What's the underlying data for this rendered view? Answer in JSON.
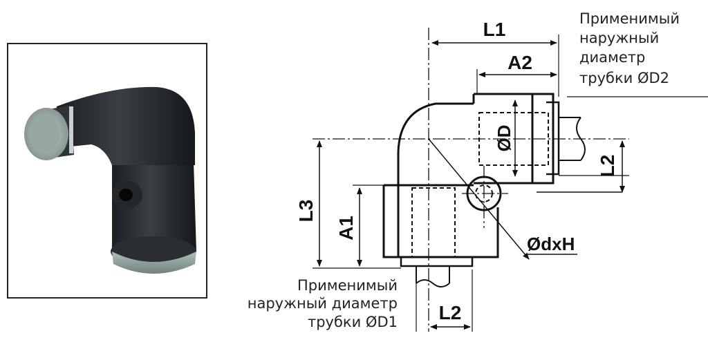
{
  "photo": {
    "description_icon": "elbow-fitting-photo"
  },
  "dimensions": {
    "L1": "L1",
    "A2": "A2",
    "L2_right": "L2",
    "L3": "L3",
    "A1": "A1",
    "L2_bottom": "L2",
    "D": "ØD",
    "dxH": "ØdxH"
  },
  "notes": {
    "top_right": [
      "Применимый",
      "наружный",
      "диаметр",
      "трубки ØD2"
    ],
    "bottom_left": [
      "Применимый",
      "наружный диаметр",
      "трубки ØD1"
    ]
  },
  "colors": {
    "body": "#2b2f33",
    "tube": "#8a9a98",
    "line": "#111111"
  }
}
